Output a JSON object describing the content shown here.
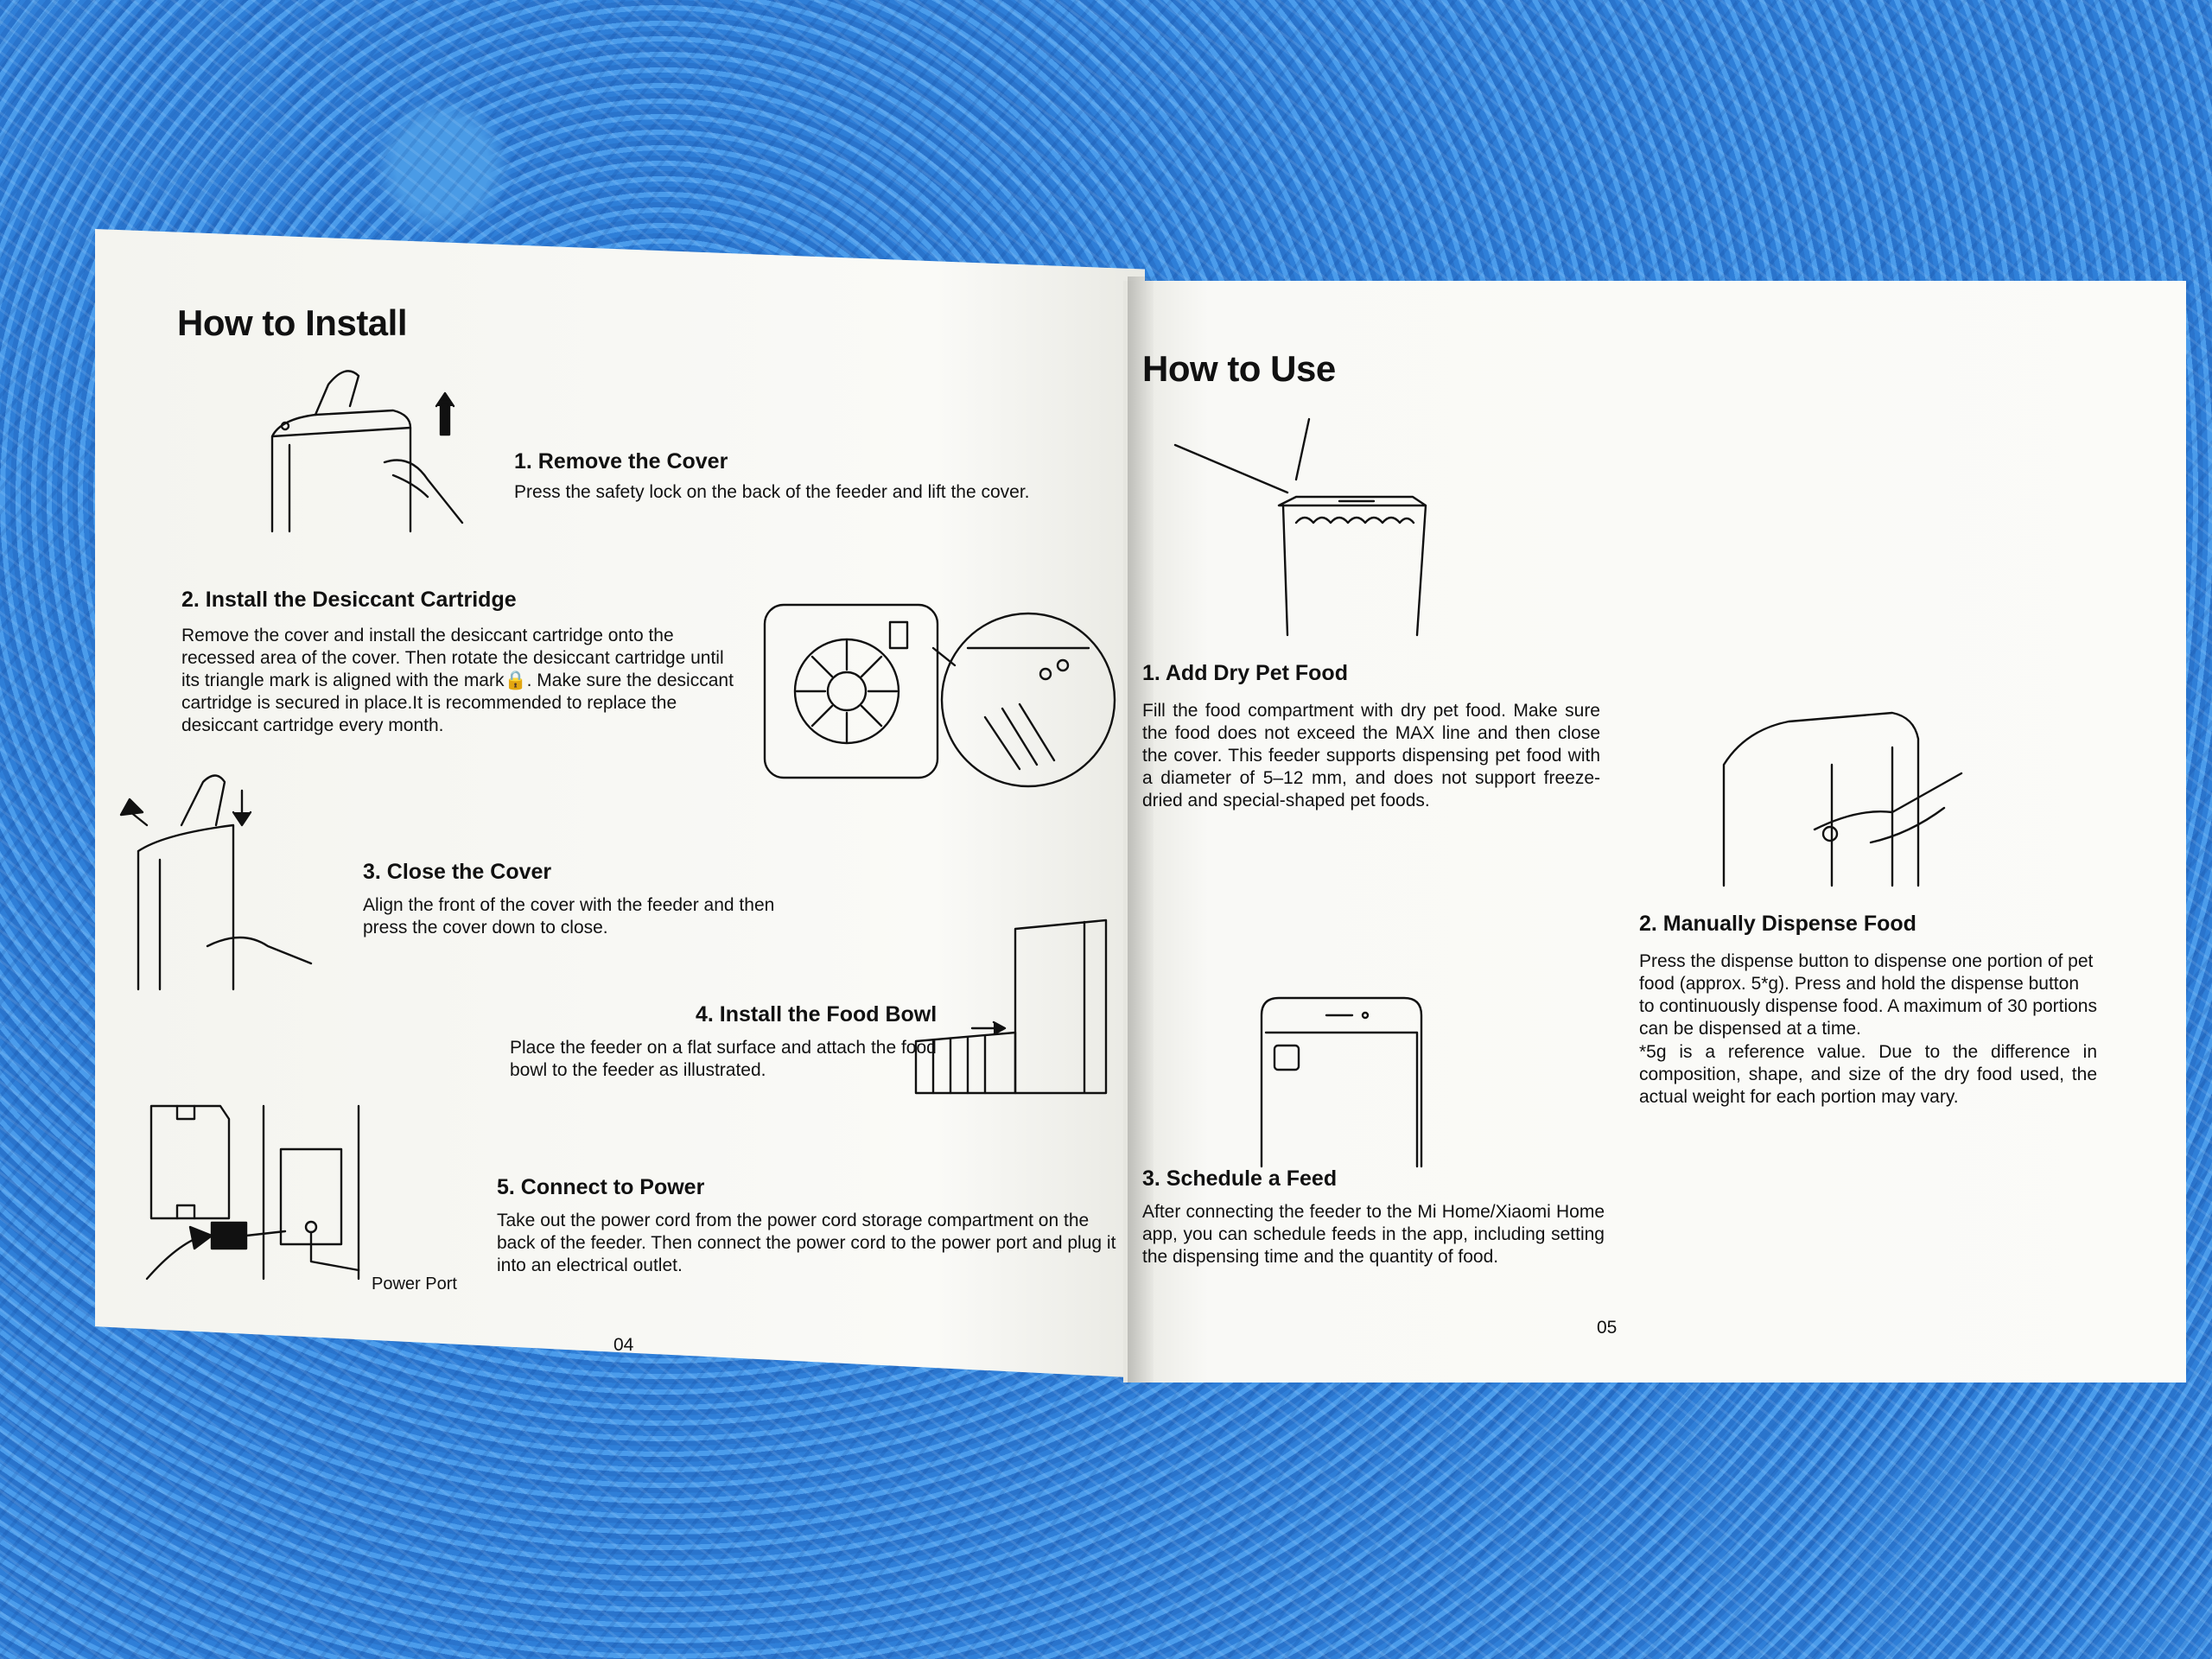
{
  "left_page": {
    "title": "How to Install",
    "steps": [
      {
        "heading": "1. Remove the Cover",
        "body": "Press the safety lock on the back of the feeder and lift the cover."
      },
      {
        "heading": "2. Install the Desiccant Cartridge",
        "body": "Remove the cover and install the desiccant cartridge onto the recessed area of the cover. Then rotate the desiccant cartridge until its triangle mark is aligned with the mark🔒. Make sure the desiccant cartridge is secured in place.It is recommended to replace the desiccant cartridge every month."
      },
      {
        "heading": "3. Close the Cover",
        "body": "Align the front of the cover with the feeder and then press the cover down to close."
      },
      {
        "heading": "4. Install the Food Bowl",
        "body": "Place the feeder on a flat surface and attach the food bowl to the feeder as illustrated."
      },
      {
        "heading": "5. Connect to Power",
        "body": "Take out the power cord from the power cord storage compartment on the back of the feeder. Then connect the power cord to the power port and plug it into an electrical outlet."
      }
    ],
    "power_port_label": "Power Port",
    "page_number": "04"
  },
  "right_page": {
    "title": "How to Use",
    "steps": [
      {
        "heading": "1. Add Dry Pet Food",
        "body": "Fill the food compartment with dry pet food. Make sure the food does not exceed the MAX line and then close the cover. This feeder supports dispensing pet food with a diameter of 5–12 mm, and does not support freeze-dried and special-shaped pet foods."
      },
      {
        "heading": "2. Manually Dispense Food",
        "body": "Press the dispense button to dispense one portion of pet food (approx. 5*g). Press and hold the dispense button to continuously dispense food. A maximum of 30 portions can be dispensed at a time.",
        "note": "*5g is a reference value. Due to the difference in composition, shape, and size of the dry food used, the actual weight for each portion may vary."
      },
      {
        "heading": "3. Schedule a Feed",
        "body": "After connecting the feeder to the Mi Home/Xiaomi Home app, you can schedule feeds in the app, including setting the dispensing time and the quantity of food."
      }
    ],
    "page_number": "05"
  },
  "colors": {
    "paper": "#f7f7f4",
    "ink": "#111111",
    "background": "#3588df"
  }
}
